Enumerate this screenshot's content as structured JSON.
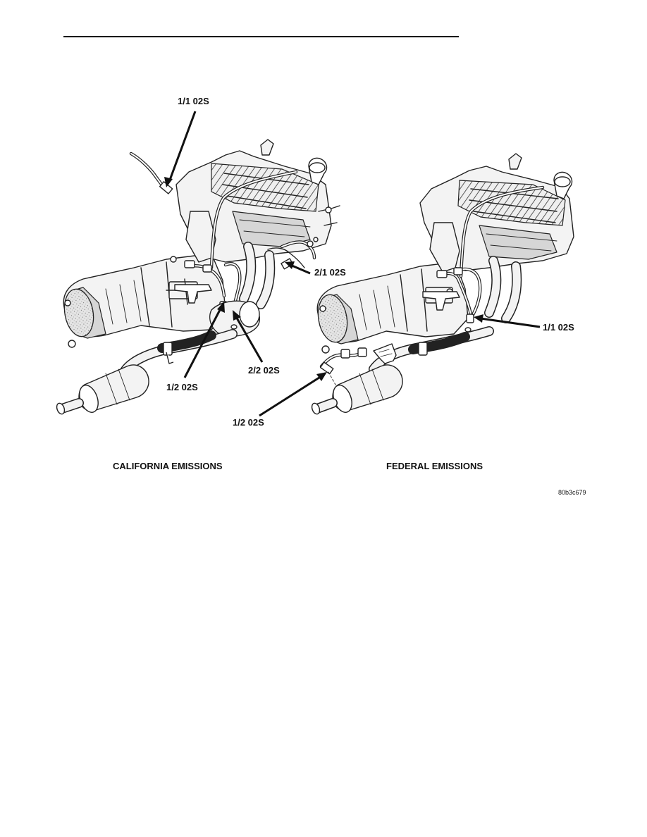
{
  "diagram": {
    "callouts": {
      "cal_1_1": "1/1 02S",
      "cal_2_1": "2/1 02S",
      "cal_1_2": "1/2 02S",
      "cal_2_2": "2/2 02S",
      "fed_1_1": "1/1 02S",
      "fed_1_2": "1/2 02S"
    },
    "captions": {
      "california": "CALIFORNIA EMISSIONS",
      "federal": "FEDERAL EMISSIONS"
    },
    "figure_id": "80b3c679"
  }
}
